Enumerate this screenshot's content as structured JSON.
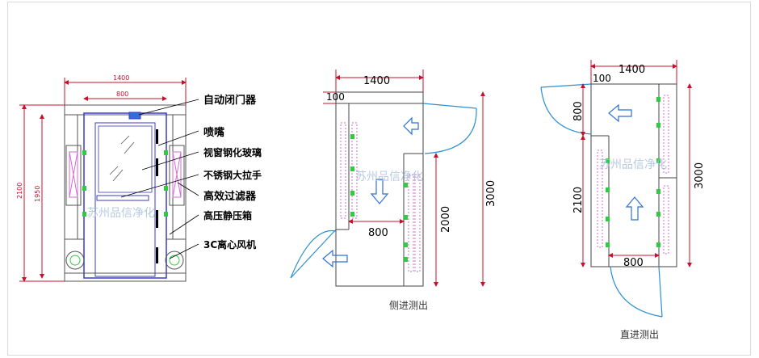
{
  "colors": {
    "dimension": "#c8102e",
    "outline": "#3b3bc9",
    "filter": "#d66bd6",
    "nozzle": "#2ecc40",
    "arrow": "#2f6fd6",
    "door": "#2c8fd1",
    "watermark": "#9fb8d8"
  },
  "front_view": {
    "dim_width": "1400",
    "dim_door": "800",
    "dim_height_total": "2100",
    "dim_height_inner": "1950",
    "watermark": "苏州品信净化",
    "callouts": [
      "自动闭门器",
      "喷嘴",
      "视窗钢化玻璃",
      "不锈钢大拉手",
      "高效过滤器",
      "高压静压箱",
      "3C离心风机"
    ]
  },
  "side_view": {
    "dim_width": "1400",
    "dim_offset": "100",
    "dim_door": "800",
    "dim_height_inner": "2000",
    "dim_height_total": "3000",
    "watermark": "苏州品信净化",
    "caption": "侧进测出"
  },
  "straight_view": {
    "dim_width": "1400",
    "dim_offset": "100",
    "dim_top": "800",
    "dim_inner": "2100",
    "dim_total": "3000",
    "dim_door": "800",
    "watermark": "苏州品信净化",
    "caption": "直进测出"
  }
}
